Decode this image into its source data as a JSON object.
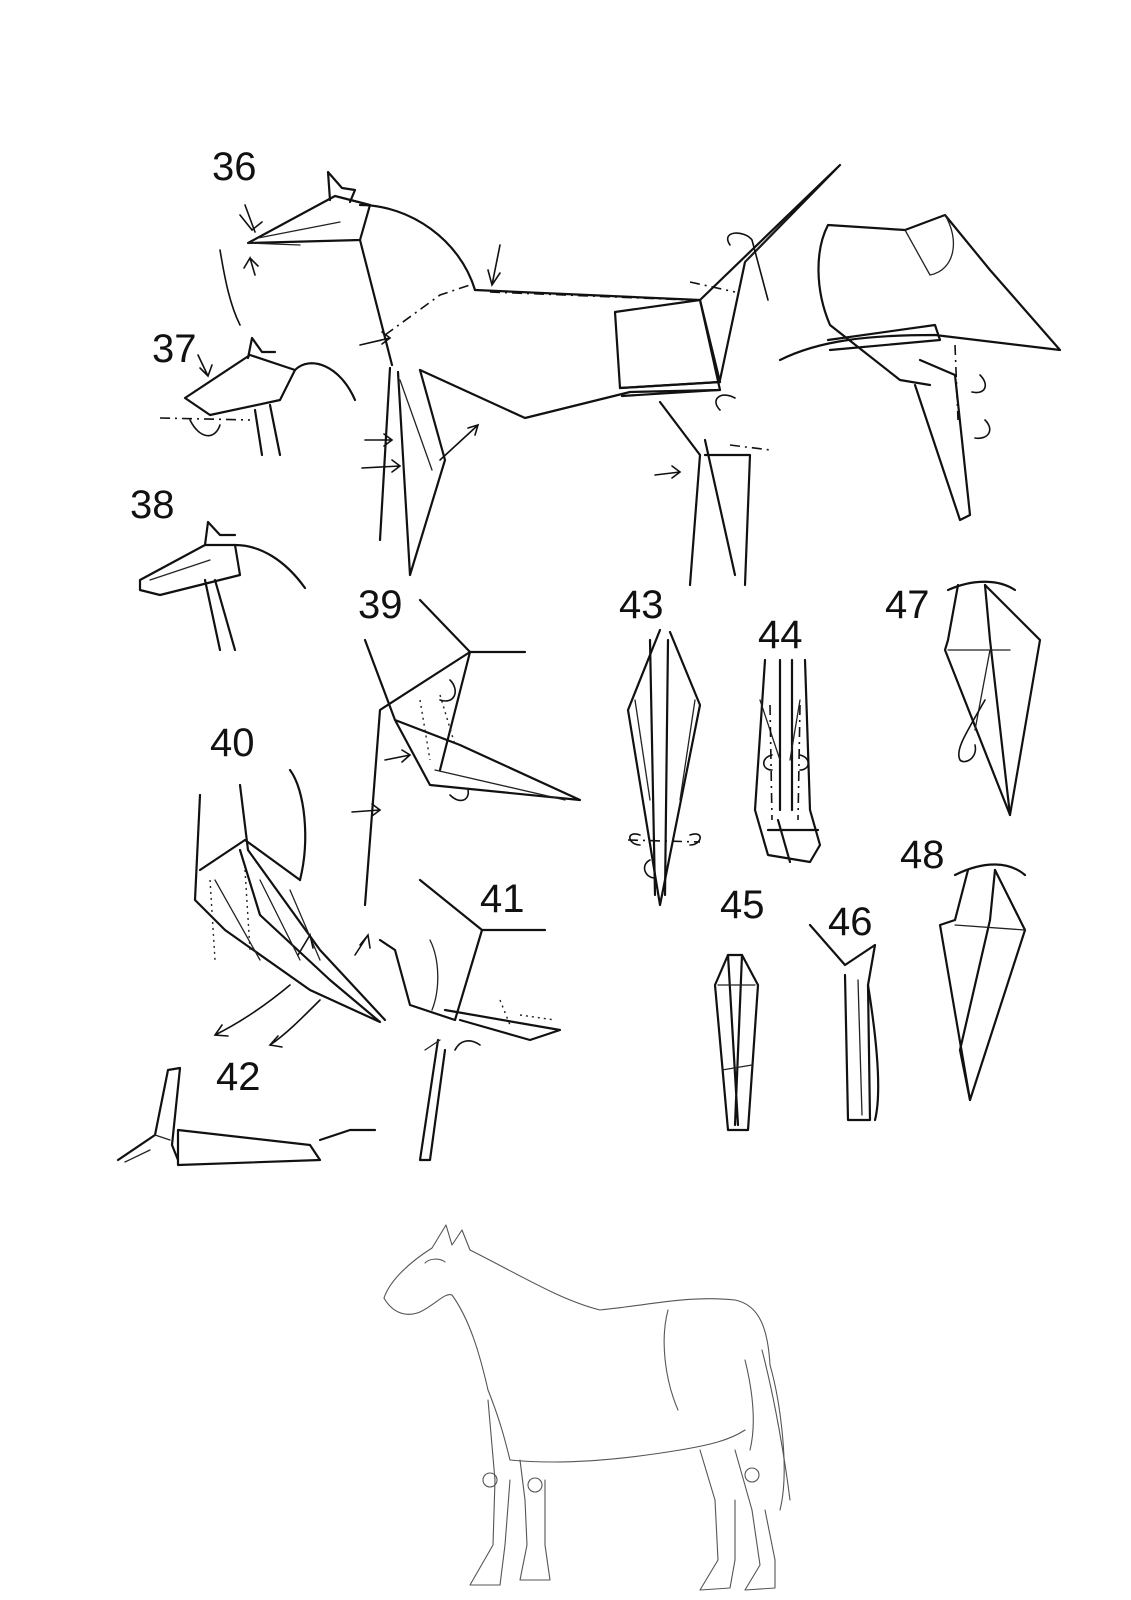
{
  "steps": [
    {
      "id": "36",
      "label": "36"
    },
    {
      "id": "37",
      "label": "37"
    },
    {
      "id": "38",
      "label": "38"
    },
    {
      "id": "39",
      "label": "39"
    },
    {
      "id": "40",
      "label": "40"
    },
    {
      "id": "41",
      "label": "41"
    },
    {
      "id": "42",
      "label": "42"
    },
    {
      "id": "43",
      "label": "43"
    },
    {
      "id": "44",
      "label": "44"
    },
    {
      "id": "45",
      "label": "45"
    },
    {
      "id": "46",
      "label": "46"
    },
    {
      "id": "47",
      "label": "47"
    },
    {
      "id": "48",
      "label": "48"
    }
  ],
  "colors": {
    "ink": "#111111",
    "pencil": "#555555",
    "paper": "#ffffff"
  }
}
